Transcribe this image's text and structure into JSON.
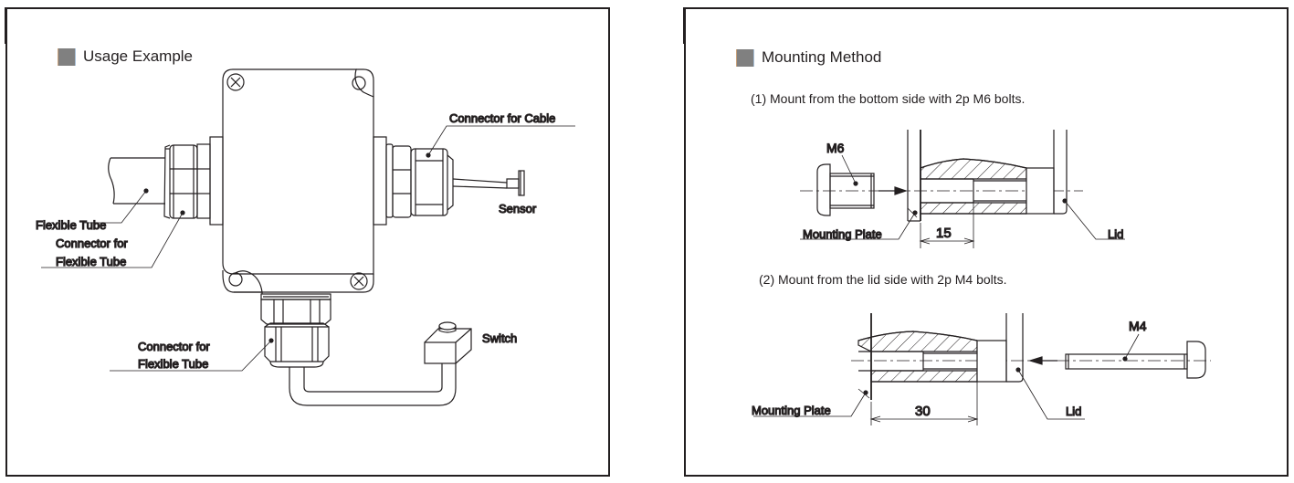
{
  "usage_example": {
    "title": "Usage Example",
    "labels": {
      "flexible_tube": "Flexible Tube",
      "connector_flexible_tube_left_1": "Connector for",
      "connector_flexible_tube_left_2": "Flexible Tube",
      "connector_for_cable": "Connector for Cable",
      "sensor": "Sensor",
      "connector_flexible_tube_bottom_1": "Connector for",
      "connector_flexible_tube_bottom_2": "Flexible Tube",
      "switch": "Switch"
    }
  },
  "mounting_method": {
    "title": "Mounting Method",
    "method1": {
      "caption": "(1) Mount from the bottom side with 2p M6 bolts.",
      "bolt_label": "M6",
      "plate_label": "Mounting Plate",
      "lid_label": "Lid",
      "dimension": "15"
    },
    "method2": {
      "caption": "(2) Mount from the lid side with 2p M4 bolts.",
      "bolt_label": "M4",
      "plate_label": "Mounting Plate",
      "lid_label": "Lid",
      "dimension": "30"
    }
  }
}
